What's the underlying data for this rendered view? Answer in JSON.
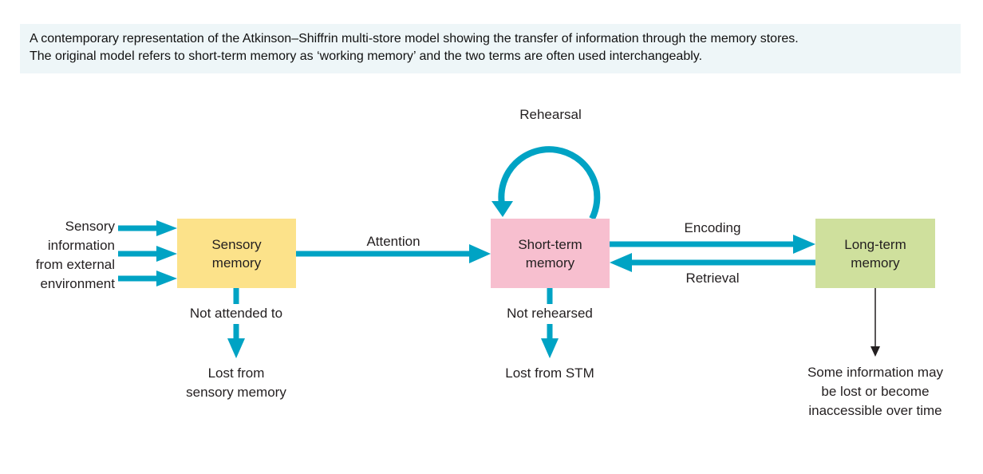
{
  "caption": {
    "line1": "A contemporary representation of the Atkinson–Shiffrin multi-store model showing the transfer of information through the memory stores.",
    "line2": "The original model refers to short-term memory as ‘working memory’ and the two terms are often used interchangeably."
  },
  "colors": {
    "arrow": "#00a3c4",
    "sensory_box": "#fce28a",
    "stm_box": "#f7bfcf",
    "ltm_box": "#cfe09d",
    "caption_bg": "#eef6f8"
  },
  "nodes": {
    "input": "Sensory\ninformation\nfrom external\nenvironment",
    "sensory": "Sensory\nmemory",
    "stm": "Short-term\nmemory",
    "ltm": "Long-term\nmemory",
    "lost_sensory": "Lost from\nsensory memory",
    "lost_stm": "Lost from STM",
    "ltm_loss": "Some information may\nbe lost or become\ninaccessible over time"
  },
  "edges": {
    "attention": "Attention",
    "rehearsal": "Rehearsal",
    "encoding": "Encoding",
    "retrieval": "Retrieval",
    "not_attended": "Not attended to",
    "not_rehearsed": "Not rehearsed"
  }
}
